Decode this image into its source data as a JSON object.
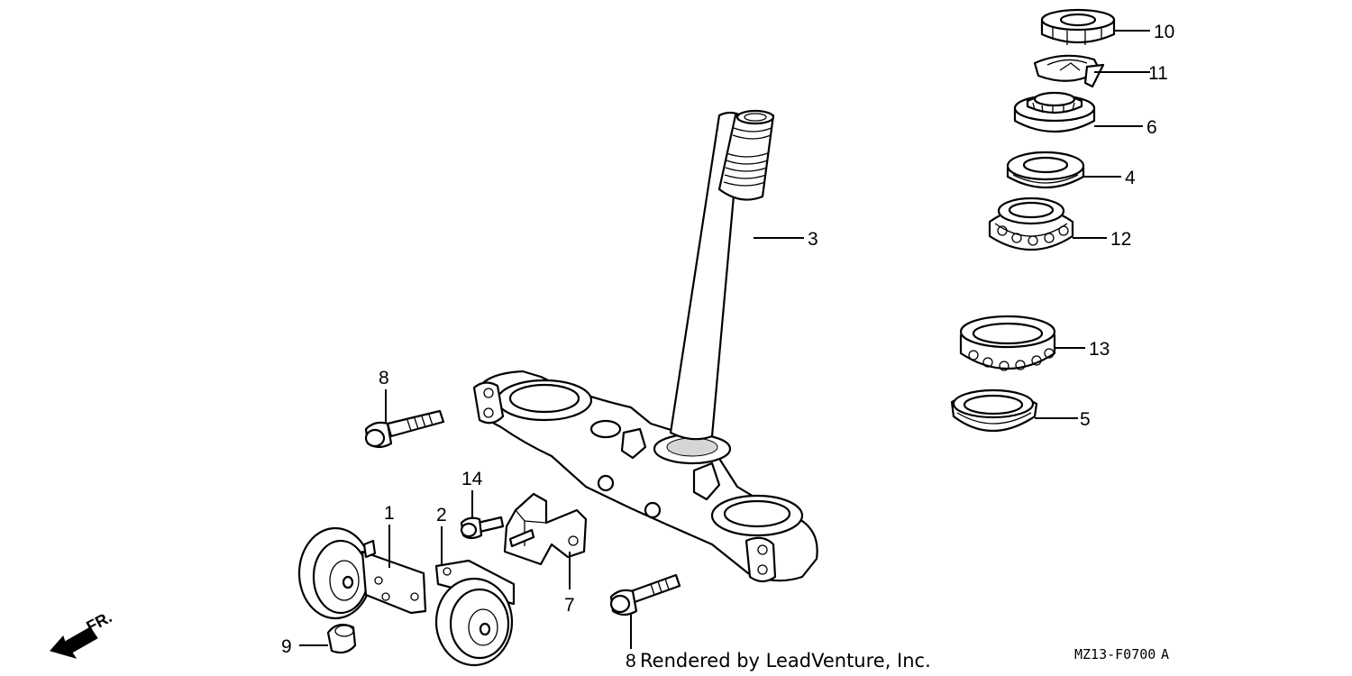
{
  "callouts": {
    "c1": "1",
    "c2": "2",
    "c3": "3",
    "c4": "4",
    "c5": "5",
    "c6": "6",
    "c7": "7",
    "c8a": "8",
    "c8b": "8",
    "c9": "9",
    "c10": "10",
    "c11": "11",
    "c12": "12",
    "c13": "13",
    "c14": "14"
  },
  "direction_label": "FR.",
  "credit": "Rendered by LeadVenture, Inc.",
  "diagram_code": "MZ13-F0700",
  "diagram_suffix": "A"
}
